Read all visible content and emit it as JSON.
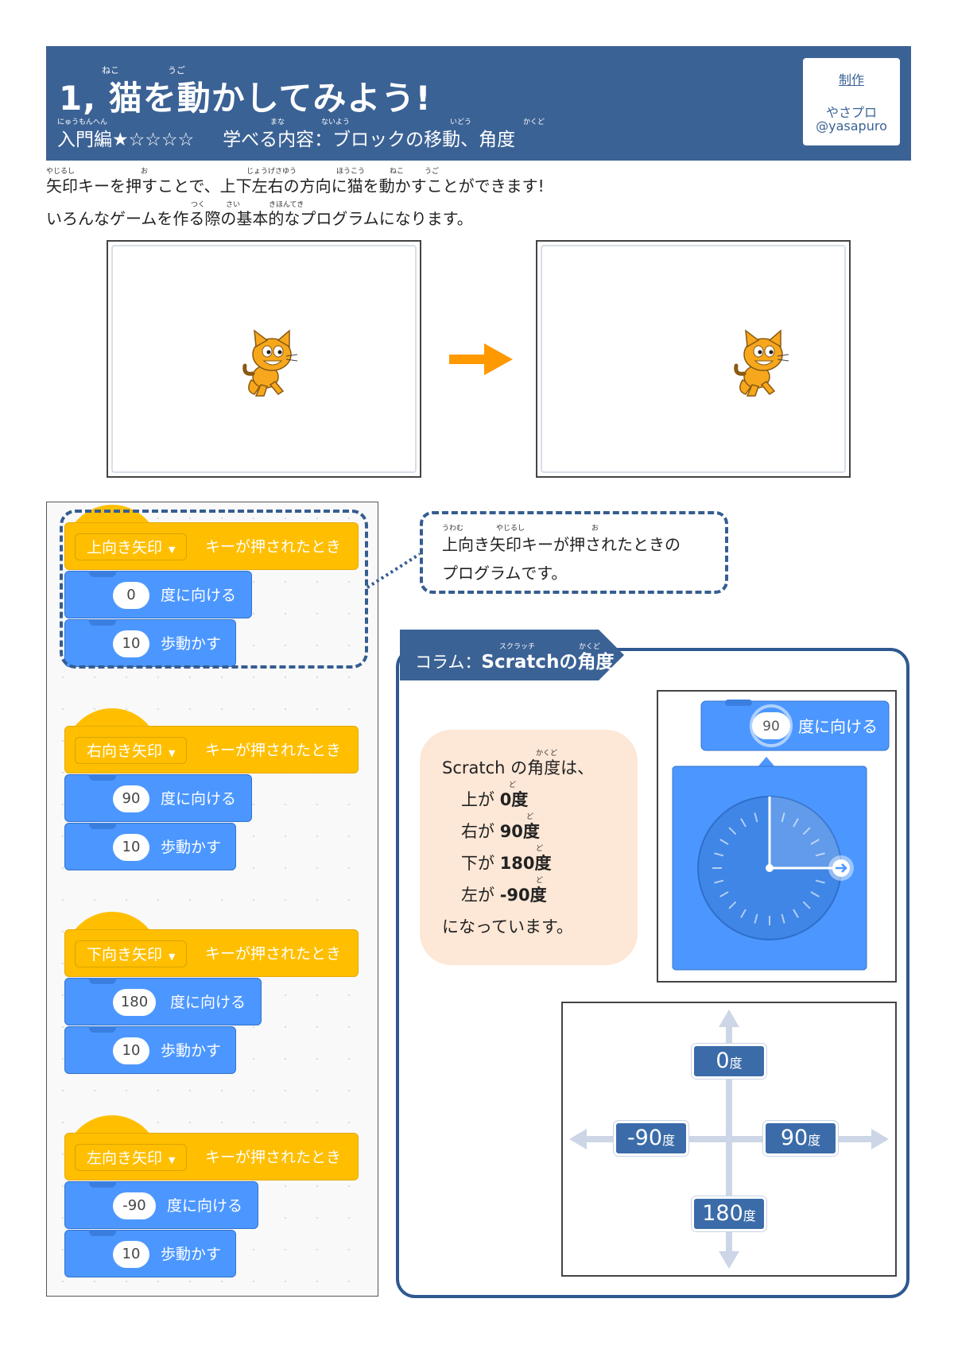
{
  "header": {
    "title": "1, 猫を動かしてみよう!",
    "title_ruby": {
      "neko": "ねこ",
      "ugo": "うご"
    },
    "level_label": "入門編★☆☆☆☆",
    "learn_label": "学べる内容：ブロックの移動、角度",
    "sub_ruby": {
      "nyumonhen": "にゅうもんへん",
      "mana": "まな",
      "naiyou": "ないよう",
      "idou": "いどう",
      "kakudo": "かくど"
    },
    "credit": {
      "label": "制作",
      "name": "やさプロ",
      "handle": "@yasapuro"
    }
  },
  "intro": {
    "line1": "矢印キーを押すことで、上下左右の方向に猫を動かすことができます!",
    "line2": "いろんなゲームを作る際の基本的なプログラムになります。",
    "ruby1": {
      "yajirushi": "やじるし",
      "o": "お",
      "jougesayuu": "じょうげさゆう",
      "houkou": "ほうこう",
      "neko": "ねこ",
      "ugo": "うご"
    },
    "ruby2": {
      "tsuku": "つく",
      "sai": "さい",
      "kihonteki": "きほんてき"
    }
  },
  "scripts": [
    {
      "key": "上向き矢印",
      "event": "キーが押されたとき",
      "angle": "0",
      "turn": "度に向ける",
      "steps": "10",
      "move": "歩動かす"
    },
    {
      "key": "右向き矢印",
      "event": "キーが押されたとき",
      "angle": "90",
      "turn": "度に向ける",
      "steps": "10",
      "move": "歩動かす"
    },
    {
      "key": "下向き矢印",
      "event": "キーが押されたとき",
      "angle": "180",
      "turn": "度に向ける",
      "steps": "10",
      "move": "歩動かす"
    },
    {
      "key": "左向き矢印",
      "event": "キーが押されたとき",
      "angle": "-90",
      "turn": "度に向ける",
      "steps": "10",
      "move": "歩動かす"
    }
  ],
  "callout": {
    "line1": "上向き矢印キーが押されたときの",
    "line2": "プログラムです。",
    "ruby": {
      "uwamu": "うわむ",
      "yajirushi": "やじるし",
      "o": "お"
    }
  },
  "column": {
    "title_prefix": "コラム：",
    "title_main": "Scratchの角度",
    "ruby": {
      "scratch": "スクラッチ",
      "kakudo": "かくど"
    },
    "note": {
      "l1": "Scratch の角度は、",
      "l2a": "上が ",
      "l2b": "0度",
      "l3a": "右が ",
      "l3b": "90度",
      "l4a": "下が ",
      "l4b": "180度",
      "l5a": "左が ",
      "l5b": "-90度",
      "l6": "になっています。",
      "ruby_kakudo": "かくど",
      "ruby_do": "ど"
    },
    "dial_block": {
      "value": "90",
      "label": "度に向ける"
    },
    "dial_value_deg": 90,
    "directions": {
      "up": {
        "num": "0",
        "unit": "度"
      },
      "right": {
        "num": "90",
        "unit": "度"
      },
      "down": {
        "num": "180",
        "unit": "度"
      },
      "left": {
        "num": "-90",
        "unit": "度"
      }
    }
  },
  "colors": {
    "header_bg": "#3b6295",
    "event_block": "#ffbf00",
    "motion_block": "#4c97ff",
    "arrow": "#ff9900",
    "note_bg": "#fde7d6",
    "column_border": "#2f5890"
  }
}
